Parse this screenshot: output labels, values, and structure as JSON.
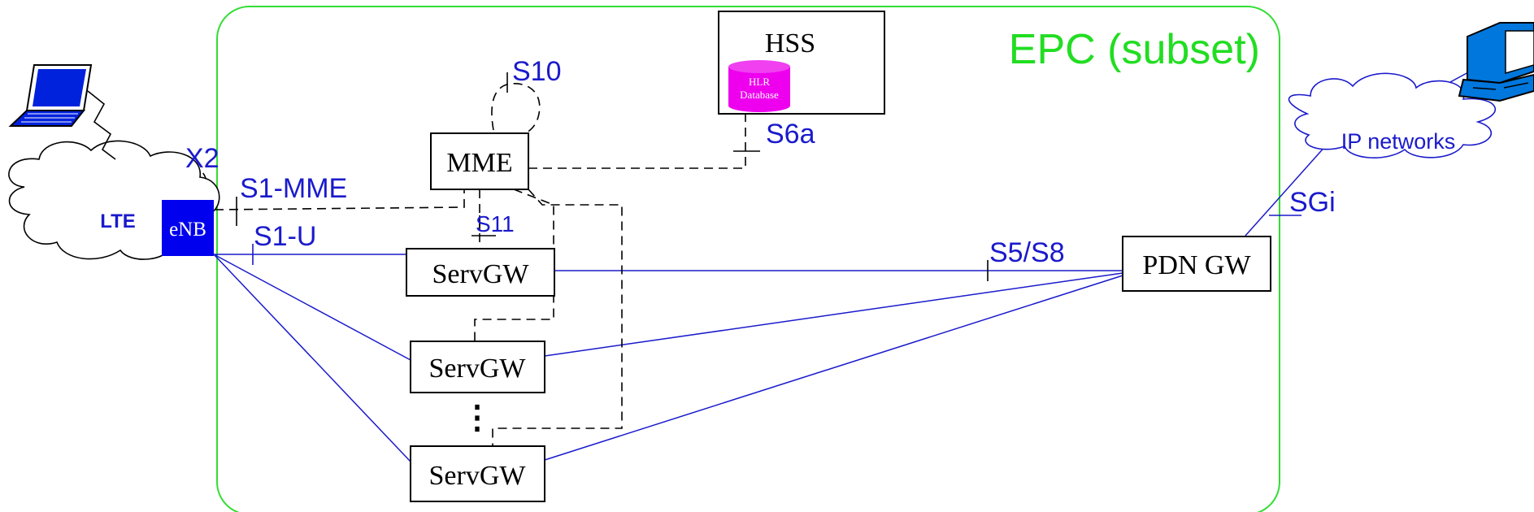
{
  "epc": {
    "title": "EPC (subset)"
  },
  "nodes": {
    "hss": "HSS",
    "hlr_db_line1": "HLR",
    "hlr_db_line2": "Database",
    "mme": "MME",
    "enb": "eNB",
    "servgw_1": "ServGW",
    "servgw_2": "ServGW",
    "servgw_3": "ServGW",
    "pdngw": "PDN GW",
    "lte_cloud": "LTE",
    "ip_cloud": "IP networks"
  },
  "interfaces": {
    "s10": "S10",
    "s6a": "S6a",
    "x2": "X2",
    "s1_mme": "S1-MME",
    "s11": "S11",
    "s1_u": "S1-U",
    "s5_s8": "S5/S8",
    "sgi": "SGi"
  },
  "ellipsis": "⋮",
  "colors": {
    "epc_border": "#33dd33",
    "epc_text": "#22dd22",
    "link_blue": "#1a1acc",
    "enb_fill": "#0000ee",
    "hlr_db_fill": "#ee00ee",
    "control_dash": "#000000"
  },
  "icons": [
    "laptop-icon",
    "desktop-computer-icon"
  ]
}
